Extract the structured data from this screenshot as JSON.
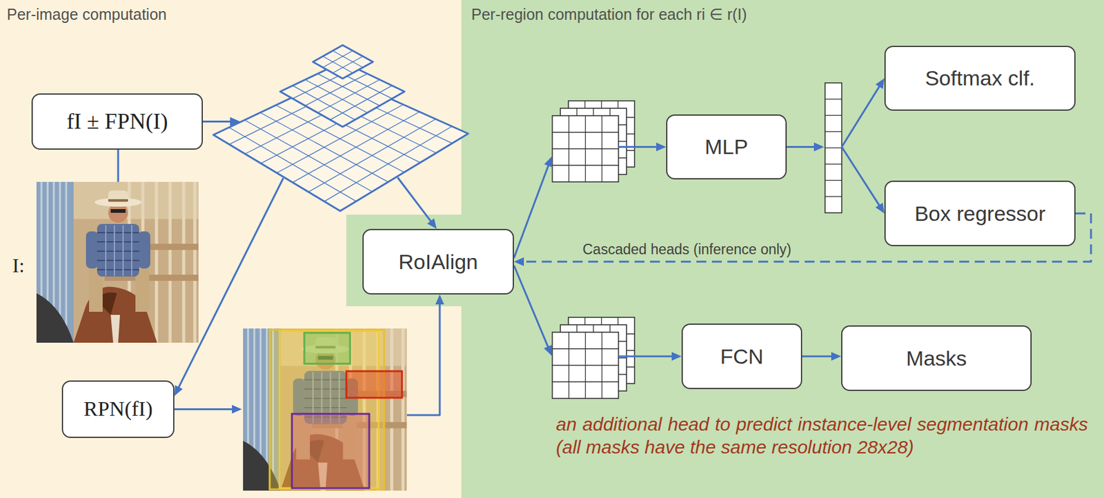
{
  "diagram": {
    "nodes": [
      {
        "text": [
          "Per-image computation"
        ]
      },
      {
        "text": [
          "fI ± FPN(I)"
        ],
        "in": 0
      },
      {
        "text": [
          "RPN(fI)"
        ],
        "in": 0
      },
      {
        "text": [
          "Per-region computation for each ri ∈ r(I)"
        ]
      },
      {
        "text": [
          "RoIAlign"
        ],
        "in": 3
      },
      {
        "text": [
          "MLP"
        ],
        "in": 3
      },
      {
        "text": [
          "Softmax clf."
        ],
        "in": 3
      },
      {
        "text": [
          "Box regressor"
        ],
        "in": 3
      },
      {
        "text": [
          "FCN"
        ],
        "in": 3
      },
      {
        "text": [
          "Masks"
        ],
        "in": 3
      }
    ],
    "edges": [
      {
        "from": 1,
        "to": 2,
        "arrow": "to"
      },
      {
        "from": 1,
        "to": 4,
        "arrow": "to"
      },
      {
        "from": 2,
        "to": 4,
        "arrow": "to"
      },
      {
        "from": 4,
        "to": 5,
        "arrow": "to"
      },
      {
        "from": 4,
        "to": 8,
        "arrow": "to"
      },
      {
        "from": 5,
        "to": 6,
        "arrow": "to"
      },
      {
        "from": 5,
        "to": 7,
        "arrow": "to"
      },
      {
        "from": 8,
        "to": 9,
        "arrow": "to"
      },
      {
        "from": 7,
        "to": 4,
        "label": "Cascaded heads (inference only)",
        "arrow": "to"
      }
    ],
    "labels": [
      "I:",
      "an additional head to predict instance-level segmentation masks (all masks have the same resolution 28x28)"
    ]
  }
}
